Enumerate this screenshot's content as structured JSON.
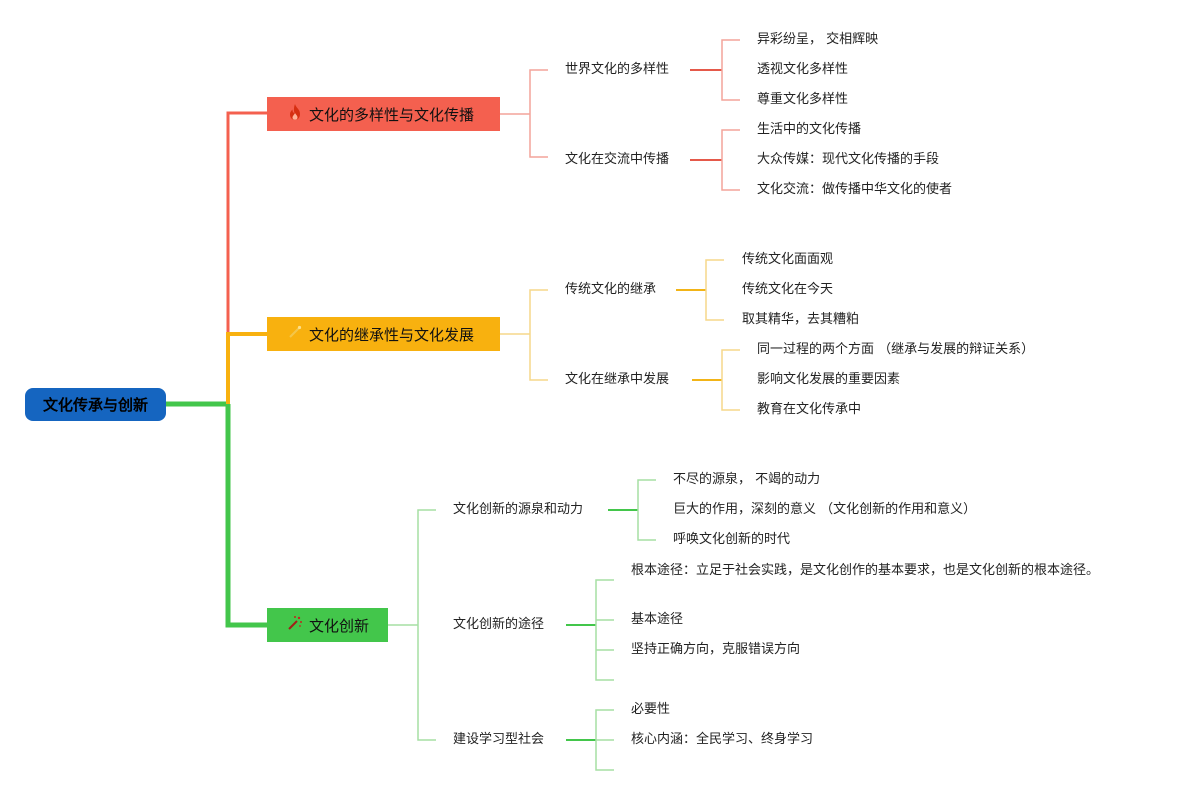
{
  "root": {
    "label": "文化传承与创新"
  },
  "branches": [
    {
      "label": "文化的多样性与文化传播",
      "icon": "fire-icon",
      "color": "#f4604f",
      "children": [
        {
          "label": "世界文化的多样性",
          "leaves": [
            "异彩纷呈， 交相辉映",
            "透视文化多样性",
            "尊重文化多样性"
          ]
        },
        {
          "label": "文化在交流中传播",
          "leaves": [
            "生活中的文化传播",
            "大众传媒：现代文化传播的手段",
            "文化交流：做传播中华文化的使者"
          ]
        }
      ]
    },
    {
      "label": "文化的继承性与文化发展",
      "icon": "wand-icon",
      "color": "#f8b10f",
      "children": [
        {
          "label": "传统文化的继承",
          "leaves": [
            "传统文化面面观",
            "传统文化在今天",
            "取其精华，去其糟粕"
          ]
        },
        {
          "label": "文化在继承中发展",
          "leaves": [
            "同一过程的两个方面 （继承与发展的辩证关系）",
            "影响文化发展的重要因素",
            "教育在文化传承中"
          ]
        }
      ]
    },
    {
      "label": "文化创新",
      "icon": "sparkle-wand-icon",
      "color": "#43c64b",
      "children": [
        {
          "label": "文化创新的源泉和动力",
          "leaves": [
            "不尽的源泉， 不竭的动力",
            "巨大的作用，深刻的意义 （文化创新的作用和意义）",
            "呼唤文化创新的时代"
          ]
        },
        {
          "label": "文化创新的途径",
          "leaves": [
            "根本途径：立足于社会实践，是文化创作的基本要求，也是文化创新的根本途径。",
            "基本途径",
            "坚持正确方向，克服错误方向",
            ""
          ]
        },
        {
          "label": "建设学习型社会",
          "leaves": [
            "必要性",
            "核心内涵：全民学习、终身学习",
            ""
          ]
        }
      ]
    }
  ]
}
